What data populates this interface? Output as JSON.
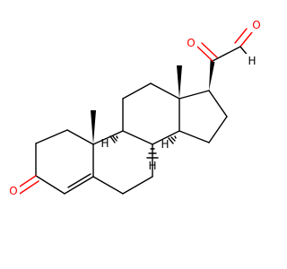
{
  "molecule": {
    "atom_labels": {
      "ketone_oxygen": "O",
      "c20_oxygen": "O",
      "aldehyde_oxygen": "O",
      "aldehyde_hydrogen": "H",
      "h8": "H",
      "h9": "H",
      "h14": "H"
    },
    "colors": {
      "bond": "#000000",
      "oxygen": "#ff0000",
      "hydrogen": "#000000",
      "background": "#ffffff"
    }
  }
}
